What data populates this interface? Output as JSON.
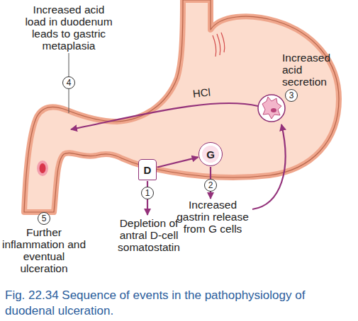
{
  "diagram": {
    "caption": "Fig. 22.34 Sequence of events in the pathophysiology of duodenal ulceration.",
    "nodes": [
      {
        "text": [
          "4"
        ]
      },
      {
        "text": [
          "3"
        ]
      },
      {
        "text": [
          "D"
        ]
      },
      {
        "text": [
          "G"
        ]
      },
      {
        "text": [
          "1"
        ]
      },
      {
        "text": [
          "2"
        ]
      },
      {
        "text": [
          "5"
        ]
      }
    ],
    "edges": [
      {
        "from": 2,
        "to": 3,
        "arrow": "to"
      }
    ],
    "labels": [
      "Increased acid load in duodenum leads to gastric metaplasia",
      "Increased acid secretion",
      "HCl",
      "Increased gastrin release from G cells",
      "Depletion of antral D-cell somatostatin",
      "Further inflammation and eventual ulceration"
    ]
  }
}
